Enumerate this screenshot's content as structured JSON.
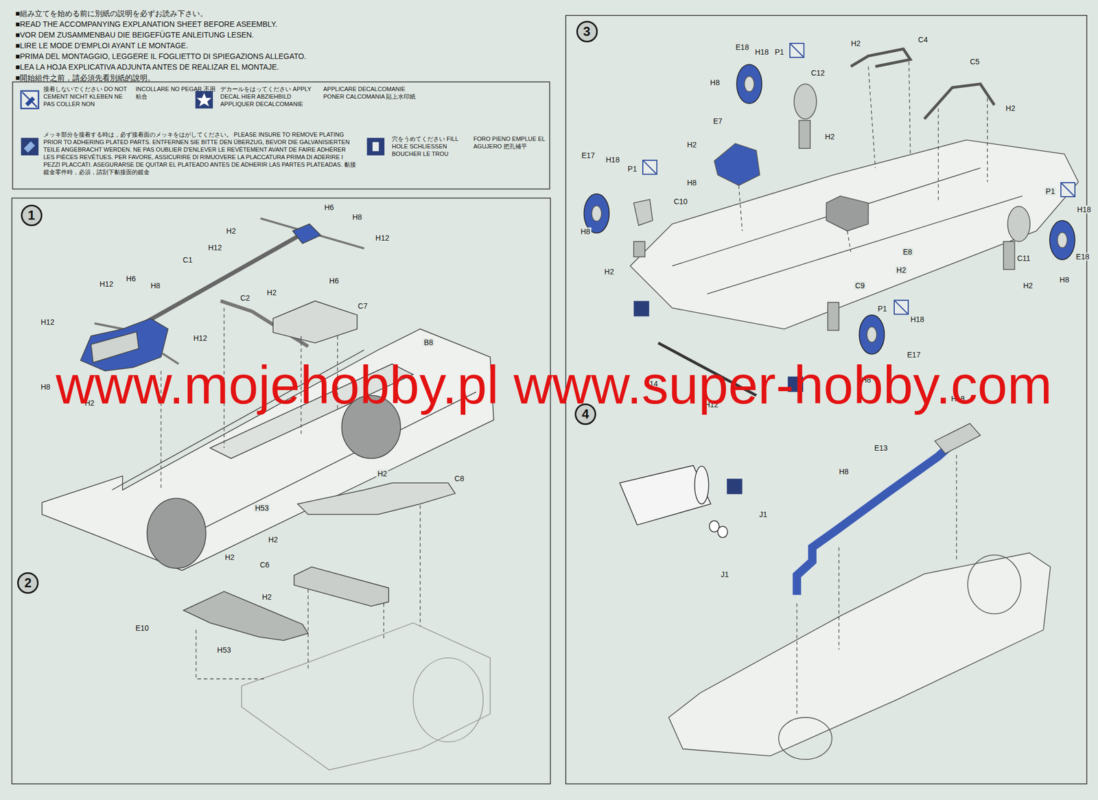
{
  "diagram": {
    "nodes": [
      {
        "text": [
          "1"
        ]
      },
      {
        "text": [
          "2"
        ]
      },
      {
        "text": [
          "3"
        ]
      },
      {
        "text": [
          "4"
        ]
      }
    ],
    "labels": [
      "■組み立てを始める前に別紙の説明を必ずお読み下さい。",
      "■READ THE ACCOMPANYING EXPLANATION SHEET BEFORE ASEEMBLY.",
      "■VOR DEM ZUSAMMENBAU DIE BEIGEFÜGTE ANLEITUNG LESEN.",
      "■LIRE LE MODE D'EMPLOI AYANT LE MONTAGE.",
      "■PRIMA DEL MONTAGGIO, LEGGERE IL FOGLIETTO DI SPIEGAZIONS ALLEGATO.",
      "■LEA LA HOJA EXPLICATIVA ADJUNTA ANTES DE REALIZAR EL MONTAJE.",
      "■開始組件之前，請必須先看別紙的說明。",
      "H6",
      "H8",
      "H2",
      "H12",
      "C1",
      "H12",
      "H6",
      "H12",
      "H6",
      "H8",
      "H12",
      "H12",
      "H8",
      "H2",
      "C2",
      "H2",
      "C7",
      "B8",
      "H53",
      "C8",
      "H2",
      "H2",
      "C6",
      "H2",
      "H2",
      "E10",
      "H53",
      "E18",
      "H18",
      "P1",
      "H8",
      "C12",
      "H2",
      "C4",
      "C5",
      "H2",
      "H2",
      "E7",
      "H2",
      "H8",
      "E17",
      "H18",
      "P1",
      "H8",
      "C10",
      "H2",
      "E8",
      "H2",
      "P1",
      "H18",
      "E18",
      "C11",
      "H8",
      "H2",
      "C9",
      "P1",
      "H18",
      "E17",
      "H8",
      "E14",
      "H12",
      "H18",
      "E13",
      "H8",
      "J1",
      "J1",
      "www.mojehobby.pl www.super-hobby.com"
    ],
    "legend": [
      {
        "text": "接着しないでください DO NOT CEMENT NICHT KLEBEN NE PAS COLLER NON INCOLLARE NO PEGAR 不用粘合"
      },
      {
        "text": "デカールをはってください APPLY DECAL HIER ABZIEHBILD APPLIQUER DECALCOMANIE APPLICARE DECALCOMANIE PONER CALCOMANIA 貼上水印紙"
      },
      {
        "text": "メッキ部分を接着する時は，必ず接着面のメッキをはがしてください。 PLEASE INSURE TO REMOVE PLATING PRIOR TO ADHERING PLATED PARTS. ENTFERNEN SIE BITTE DEN ÜBERZUG, BEVOR DIE GALVANISIERTEN TEILE ANGEBRACHT WERDEN. NE PAS OUBLIER D'ENLEVER LE REVÊTEMENT AVANT DE FAIRE ADHÉRER LES PIÈCES REVÊTUES. PER FAVORE, ASSICURIRE DI RIMUOVERE LA PLACCATURA PRIMA DI ADERIRE I PEZZI PLACCATI. ASEGURARSE DE QUITAR EL PLATEADO ANTES DE ADHERIR LAS PARTES PLATEADAS. 黏接鍍金零件時，必須，請刮下黏接面的鍍金"
      },
      {
        "text": "穴をうめてください FILL HOLE SCHLIESSEN BOUCHER LE TROU FORO PIENO EMPLUE EL AGUJERO 把孔補平"
      }
    ]
  }
}
